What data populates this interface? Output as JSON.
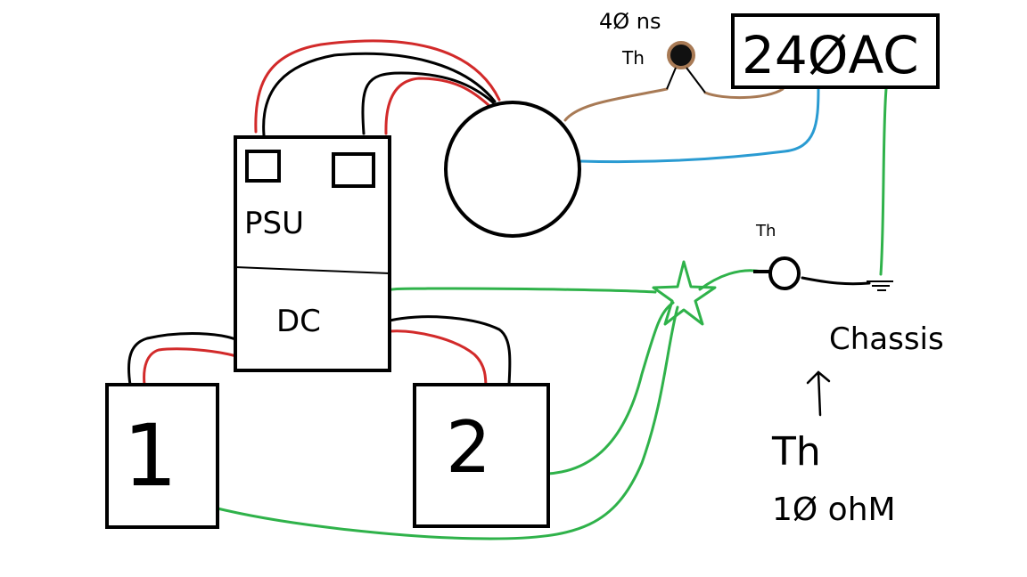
{
  "labels": {
    "ac_source": "24ØAC",
    "thermistor_top": "4Ø ns",
    "thermistor_top_sub": "Th",
    "thermistor_ground": "Th",
    "psu_upper": "PSU",
    "psu_lower": "DC",
    "module_1": "1",
    "module_2": "2",
    "chassis": "Chassis",
    "note_symbol": "Th",
    "note_value": "1Ø ohM"
  },
  "colors": {
    "live": "#d22a2a",
    "return": "#000000",
    "ac_live": "#a87a55",
    "ac_neutral": "#2a9bd2",
    "earth": "#2fb24a"
  }
}
